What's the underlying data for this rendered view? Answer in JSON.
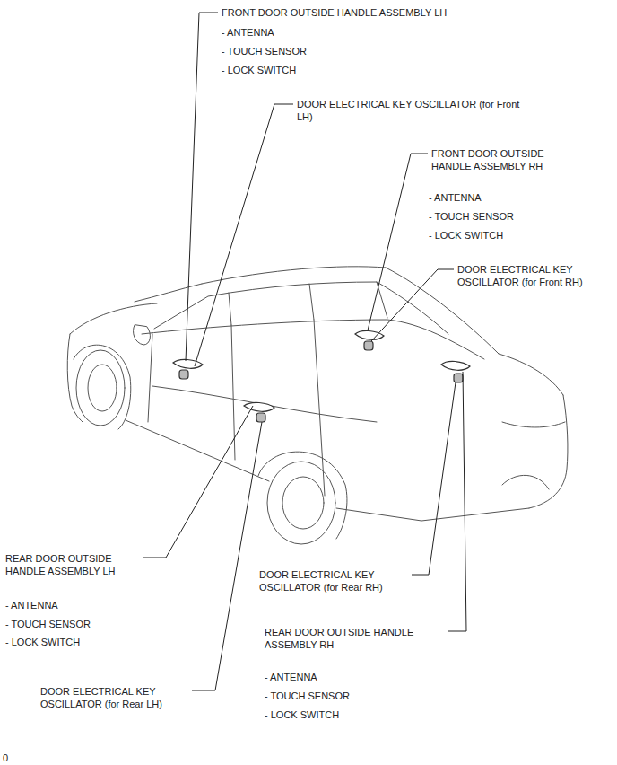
{
  "diagram": {
    "labels": [
      "FRONT DOOR OUTSIDE HANDLE ASSEMBLY LH",
      "- ANTENNA",
      "- TOUCH SENSOR",
      "- LOCK SWITCH",
      "DOOR ELECTRICAL KEY OSCILLATOR (for Front LH)",
      "FRONT DOOR OUTSIDE HANDLE ASSEMBLY RH",
      "- ANTENNA",
      "- TOUCH SENSOR",
      "- LOCK SWITCH",
      "DOOR ELECTRICAL KEY OSCILLATOR (for Front RH)",
      "REAR DOOR OUTSIDE HANDLE ASSEMBLY LH",
      "- ANTENNA",
      "- TOUCH SENSOR",
      "- LOCK SWITCH",
      "DOOR ELECTRICAL KEY OSCILLATOR (for Rear RH)",
      "REAR DOOR OUTSIDE HANDLE ASSEMBLY RH",
      "- ANTENNA",
      "- TOUCH SENSOR",
      "- LOCK SWITCH",
      "DOOR ELECTRICAL KEY OSCILLATOR (for Rear LH)",
      "0"
    ]
  }
}
